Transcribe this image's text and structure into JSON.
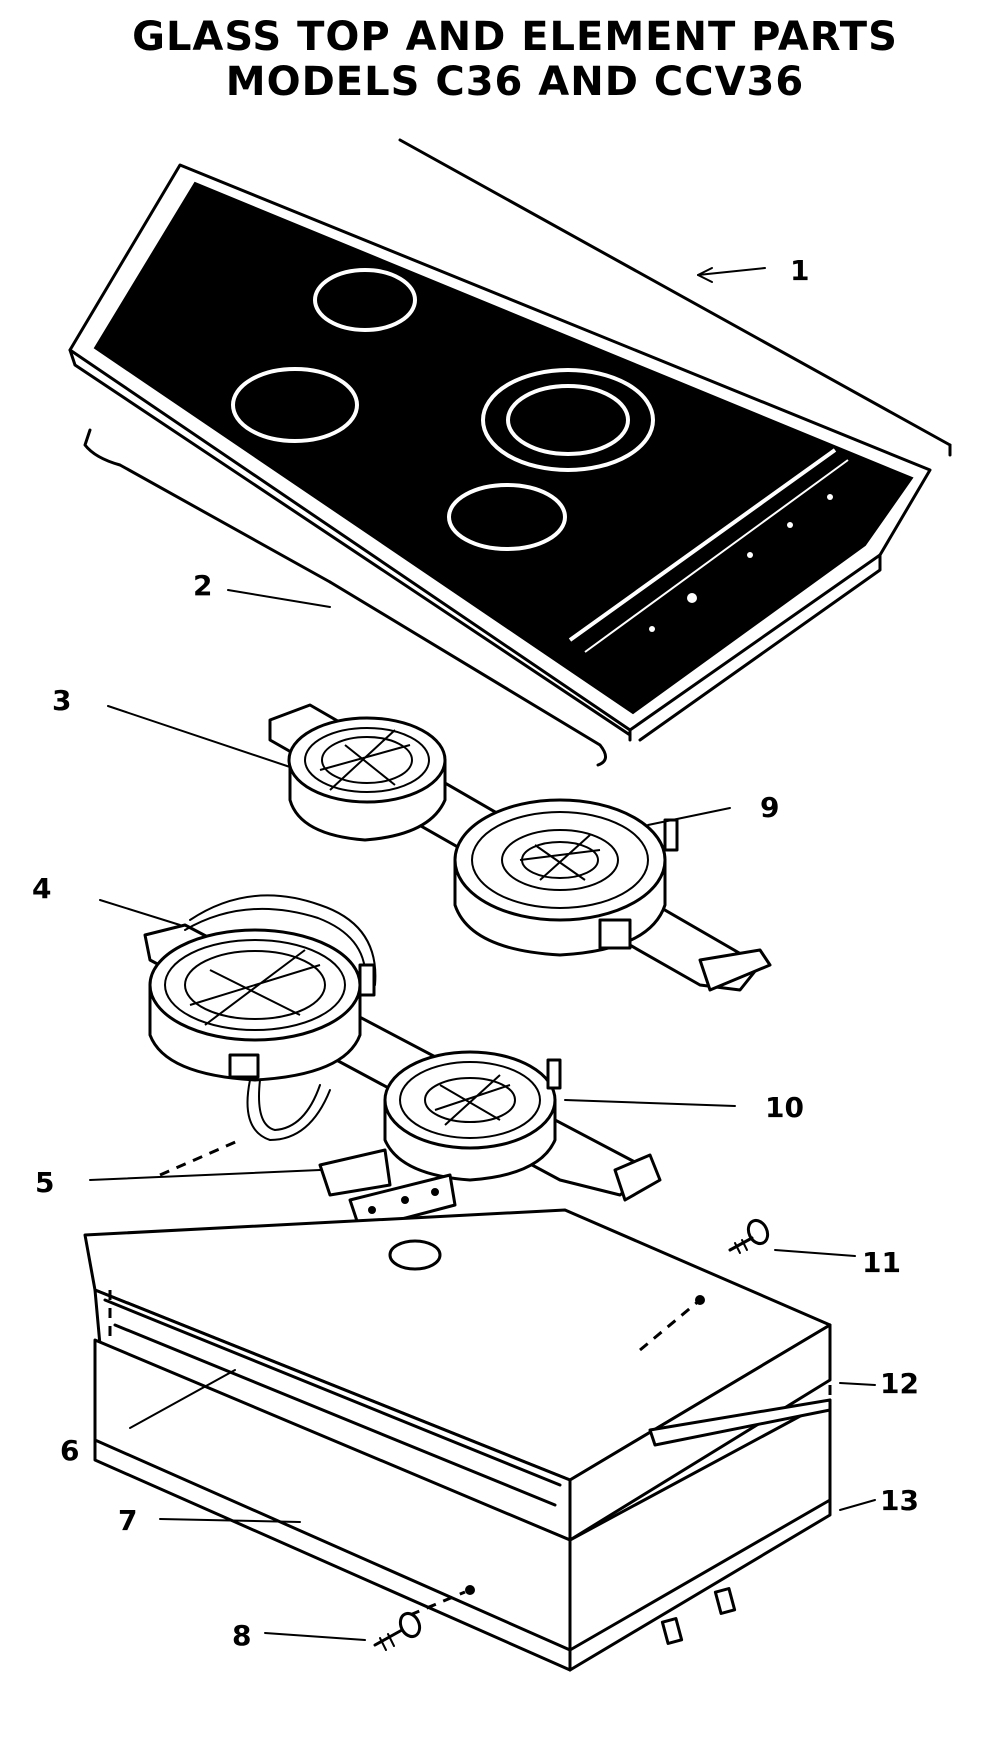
{
  "title": {
    "line1": "GLASS TOP AND ELEMENT PARTS",
    "line2": "MODELS C36 AND CCV36"
  },
  "callouts": {
    "c1": "1",
    "c2": "2",
    "c3": "3",
    "c4": "4",
    "c5": "5",
    "c6": "6",
    "c7": "7",
    "c8": "8",
    "c9": "9",
    "c10": "10",
    "c11": "11",
    "c12": "12",
    "c13": "13"
  }
}
